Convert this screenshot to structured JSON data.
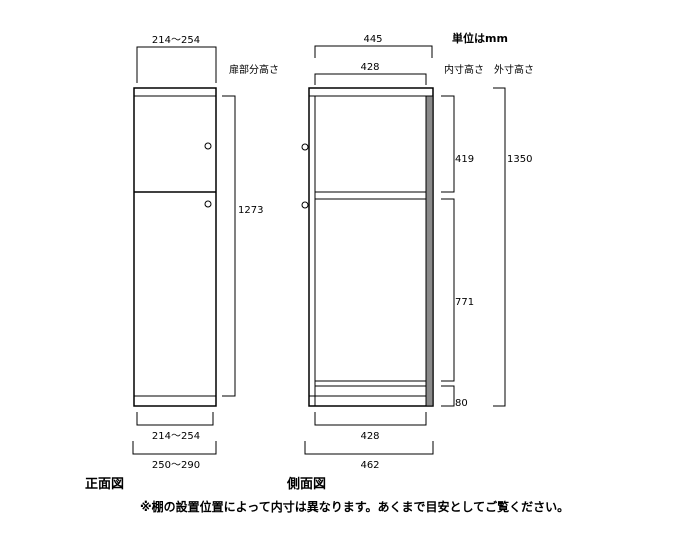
{
  "unit_label": "単位はmm",
  "front": {
    "title": "正面図",
    "top_width": "214～254",
    "door_height_label": "扉部分高さ",
    "door_height": "1273",
    "inner_width": "214～254",
    "outer_width": "250～290"
  },
  "side": {
    "title": "側面図",
    "outer_depth_top": "445",
    "inner_depth_top": "428",
    "inner_height_label": "内寸高さ",
    "outer_height_label": "外寸高さ",
    "upper_inner": "419",
    "lower_inner": "771",
    "base": "80",
    "total_height": "1350",
    "inner_depth_bottom": "428",
    "outer_depth_bottom": "462"
  },
  "footnote": "※棚の設置位置によって内寸は異なります。あくまで目安としてご覧ください。"
}
